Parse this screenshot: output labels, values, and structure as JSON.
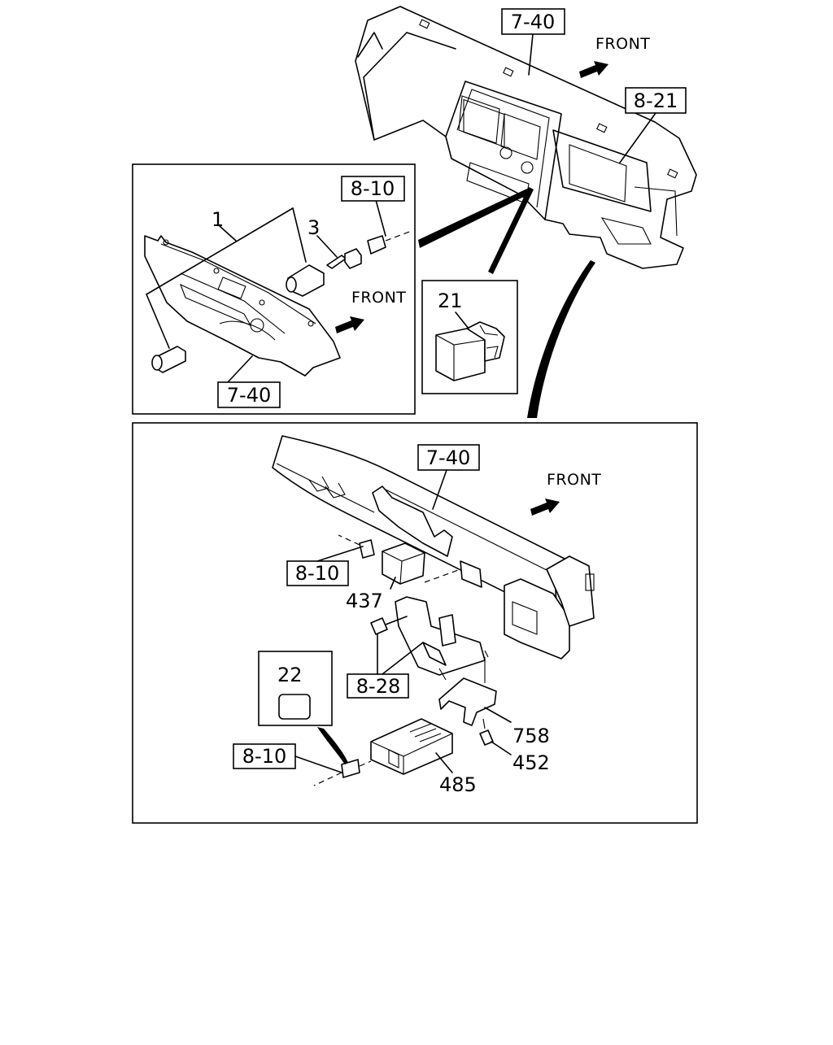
{
  "top_view": {
    "ref_instrument_panel": "7-40",
    "ref_meter": "8-21",
    "front_label": "FRONT"
  },
  "cigar_lighter_panel": {
    "item_lighter": "1",
    "item_bulb": "3",
    "ref_harness": "8-10",
    "ref_panel": "7-40",
    "front_label": "FRONT"
  },
  "switch_detail": {
    "item_switch": "21"
  },
  "lower_view": {
    "ref_instrument_panel": "7-40",
    "front_label": "FRONT",
    "ref_harness_upper": "8-10",
    "item_relay": "437",
    "ref_bolt": "8-28",
    "item_bracket": "758",
    "item_screw": "452",
    "item_unit": "485",
    "ref_harness_lower": "8-10",
    "item_label": "22"
  }
}
